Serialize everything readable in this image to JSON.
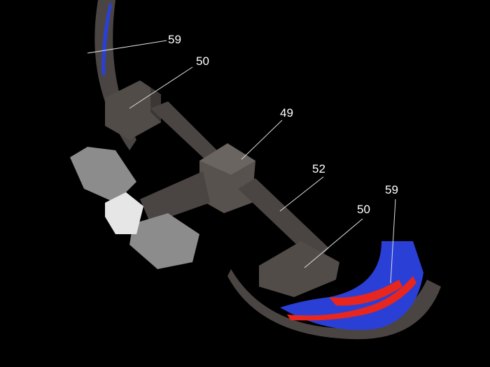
{
  "callouts": [
    {
      "label": "59",
      "part": "upper-curved-band"
    },
    {
      "label": "50",
      "part": "upper-bracket"
    },
    {
      "label": "49",
      "part": "center-hub"
    },
    {
      "label": "52",
      "part": "main-beam"
    },
    {
      "label": "50",
      "part": "lower-bracket"
    },
    {
      "label": "59",
      "part": "lower-curved-band"
    }
  ],
  "colors": {
    "background": "#000000",
    "structure": "#4a4542",
    "band_blue": "#2a3fd6",
    "band_red": "#e8261e",
    "leader": "#dddddd"
  }
}
